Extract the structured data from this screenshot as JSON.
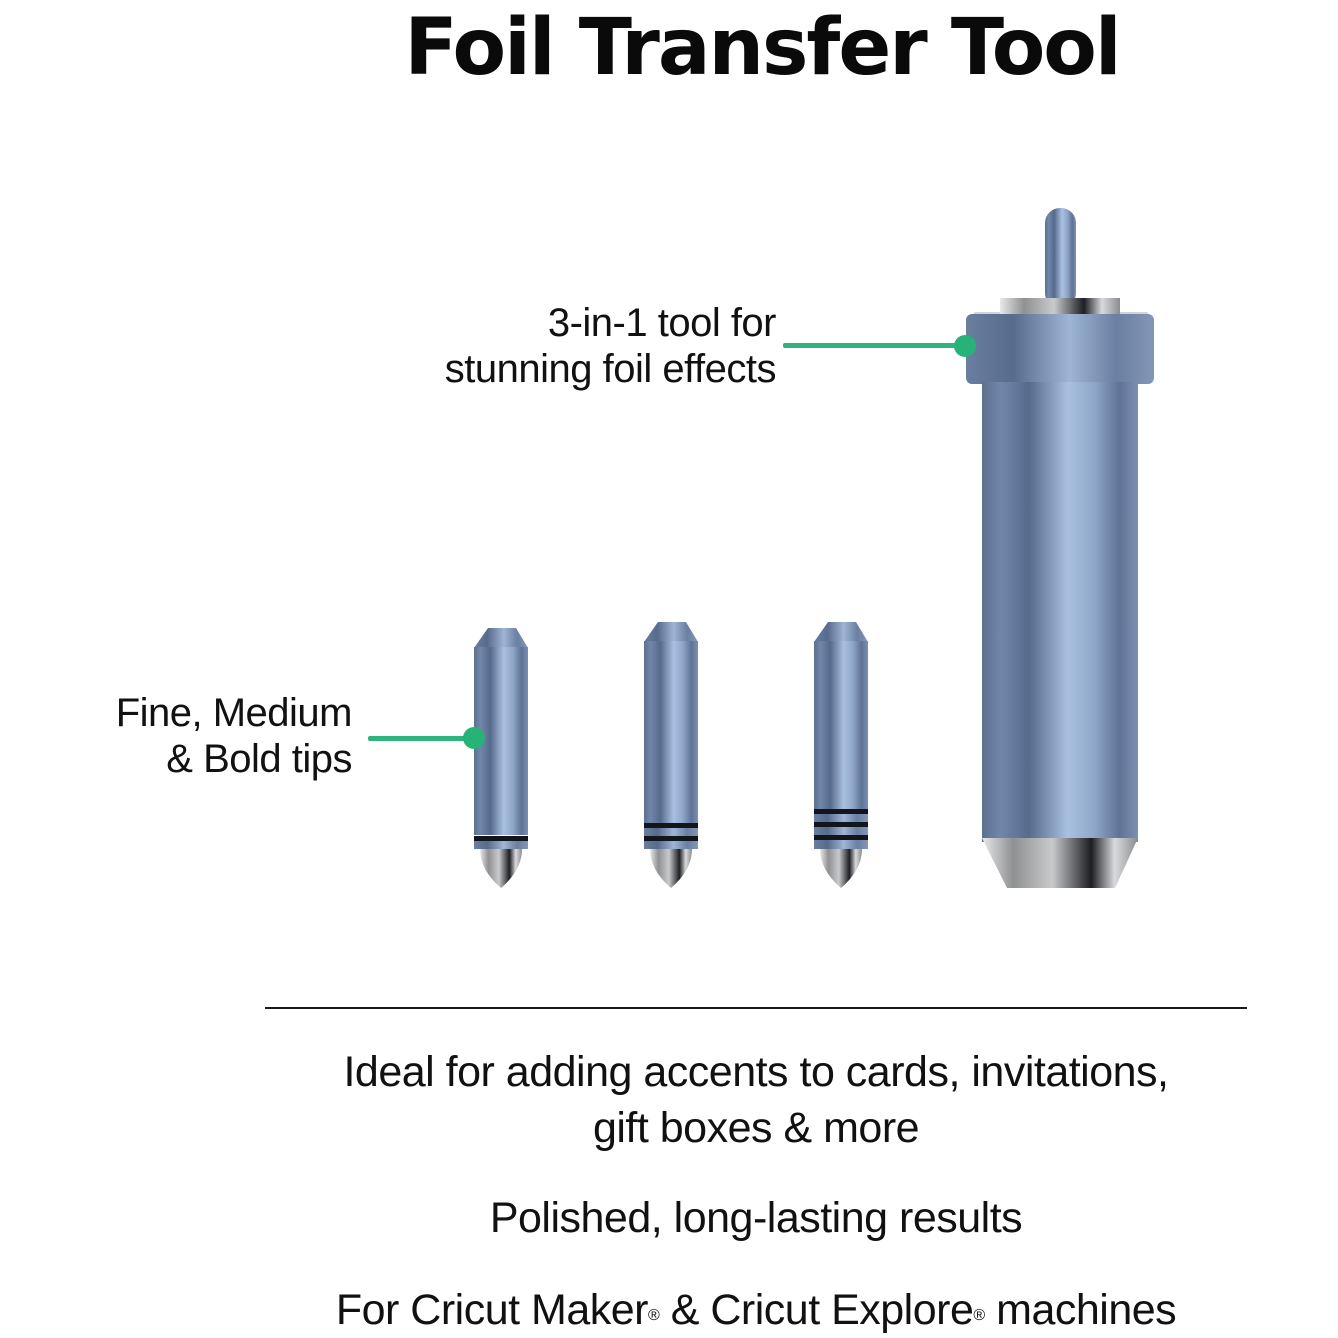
{
  "title": "Foil Transfer Tool",
  "callouts": {
    "housing": {
      "line1": "3-in-1 tool for",
      "line2": "stunning foil effects"
    },
    "tips": {
      "line1": "Fine, Medium",
      "line2": "& Bold tips"
    }
  },
  "features": {
    "line1a": "Ideal for adding accents to cards, invitations,",
    "line1b": "gift boxes & more",
    "line2": "Polished, long-lasting results",
    "line3": {
      "part1": "For Cricut Maker",
      "reg1": "®",
      "part2": " & Cricut Explore",
      "reg2": "®",
      "part3": " machines"
    }
  },
  "product": {
    "items": [
      "housing",
      "fine-tip",
      "medium-tip",
      "bold-tip"
    ],
    "tip_ring_counts": {
      "fine": 1,
      "medium": 2,
      "bold": 3
    }
  },
  "colors": {
    "accent_green": "#2fb37f",
    "metal_blue": "#7d94b5",
    "text": "#111111",
    "background": "#ffffff"
  }
}
